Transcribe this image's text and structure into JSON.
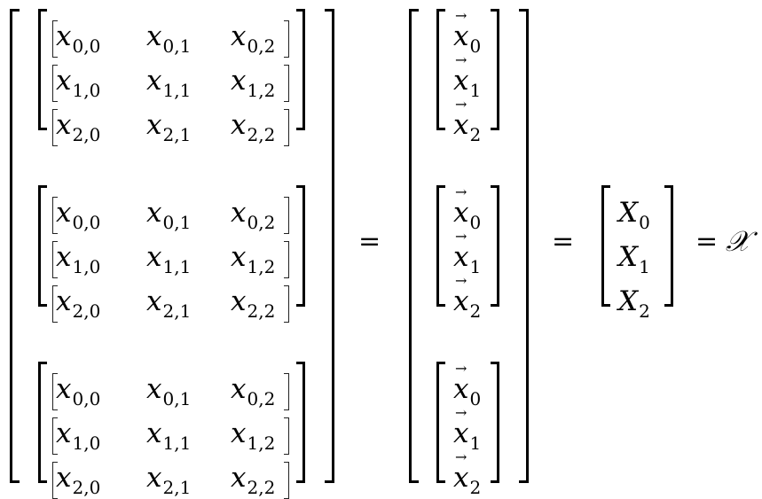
{
  "diagram": {
    "block_rows": [
      [
        [
          "x",
          "0,0"
        ],
        [
          "x",
          "0,1"
        ],
        [
          "x",
          "0,2"
        ]
      ],
      [
        [
          "x",
          "1,0"
        ],
        [
          "x",
          "1,1"
        ],
        [
          "x",
          "1,2"
        ]
      ],
      [
        [
          "x",
          "2,0"
        ],
        [
          "x",
          "2,1"
        ],
        [
          "x",
          "2,2"
        ]
      ]
    ],
    "vectors": [
      {
        "base": "x",
        "sub": "0",
        "arrow": "→"
      },
      {
        "base": "x",
        "sub": "1",
        "arrow": "→"
      },
      {
        "base": "x",
        "sub": "2",
        "arrow": "→"
      }
    ],
    "capitals": [
      {
        "base": "X",
        "sub": "0"
      },
      {
        "base": "X",
        "sub": "1"
      },
      {
        "base": "X",
        "sub": "2"
      }
    ],
    "equals": "=",
    "result": "𝒳"
  }
}
